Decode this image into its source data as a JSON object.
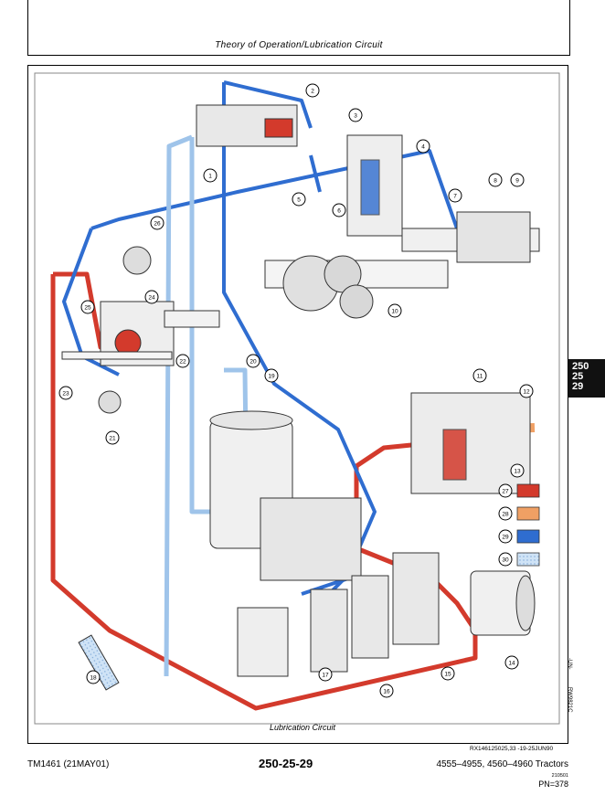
{
  "header": {
    "title": "Theory of Operation/Lubrication Circuit"
  },
  "tab": {
    "line1": "250",
    "line2": "25",
    "line3": "29"
  },
  "side_codes": {
    "code1": "RW9821C",
    "code2": "-UN-"
  },
  "diagram": {
    "caption": "Lubrication Circuit",
    "callouts": [
      "1",
      "2",
      "3",
      "4",
      "5",
      "6",
      "7",
      "8",
      "9",
      "10",
      "11",
      "12",
      "13",
      "14",
      "15",
      "16",
      "17",
      "18",
      "19",
      "20",
      "21",
      "22",
      "23",
      "24",
      "25",
      "26"
    ],
    "legend": [
      {
        "num": "27",
        "color": "#d33a2c"
      },
      {
        "num": "28",
        "color": "#f0a064"
      },
      {
        "num": "29",
        "color": "#2f6dd0"
      },
      {
        "num": "30",
        "color": "#b6d4f0"
      }
    ],
    "colors": {
      "pressure_oil": "#d33a2c",
      "cooler_oil": "#f0a064",
      "lube_oil": "#2f6dd0",
      "return_oil": "#b6d4f0"
    },
    "ref_code": "RX146125025,33 -19-25JUN90"
  },
  "footer": {
    "manual": "TM1461 (21MAY01)",
    "page": "250-25-29",
    "models": "4555–4955, 4560–4960 Tractors",
    "date": "210501",
    "pn": "PN=378"
  }
}
